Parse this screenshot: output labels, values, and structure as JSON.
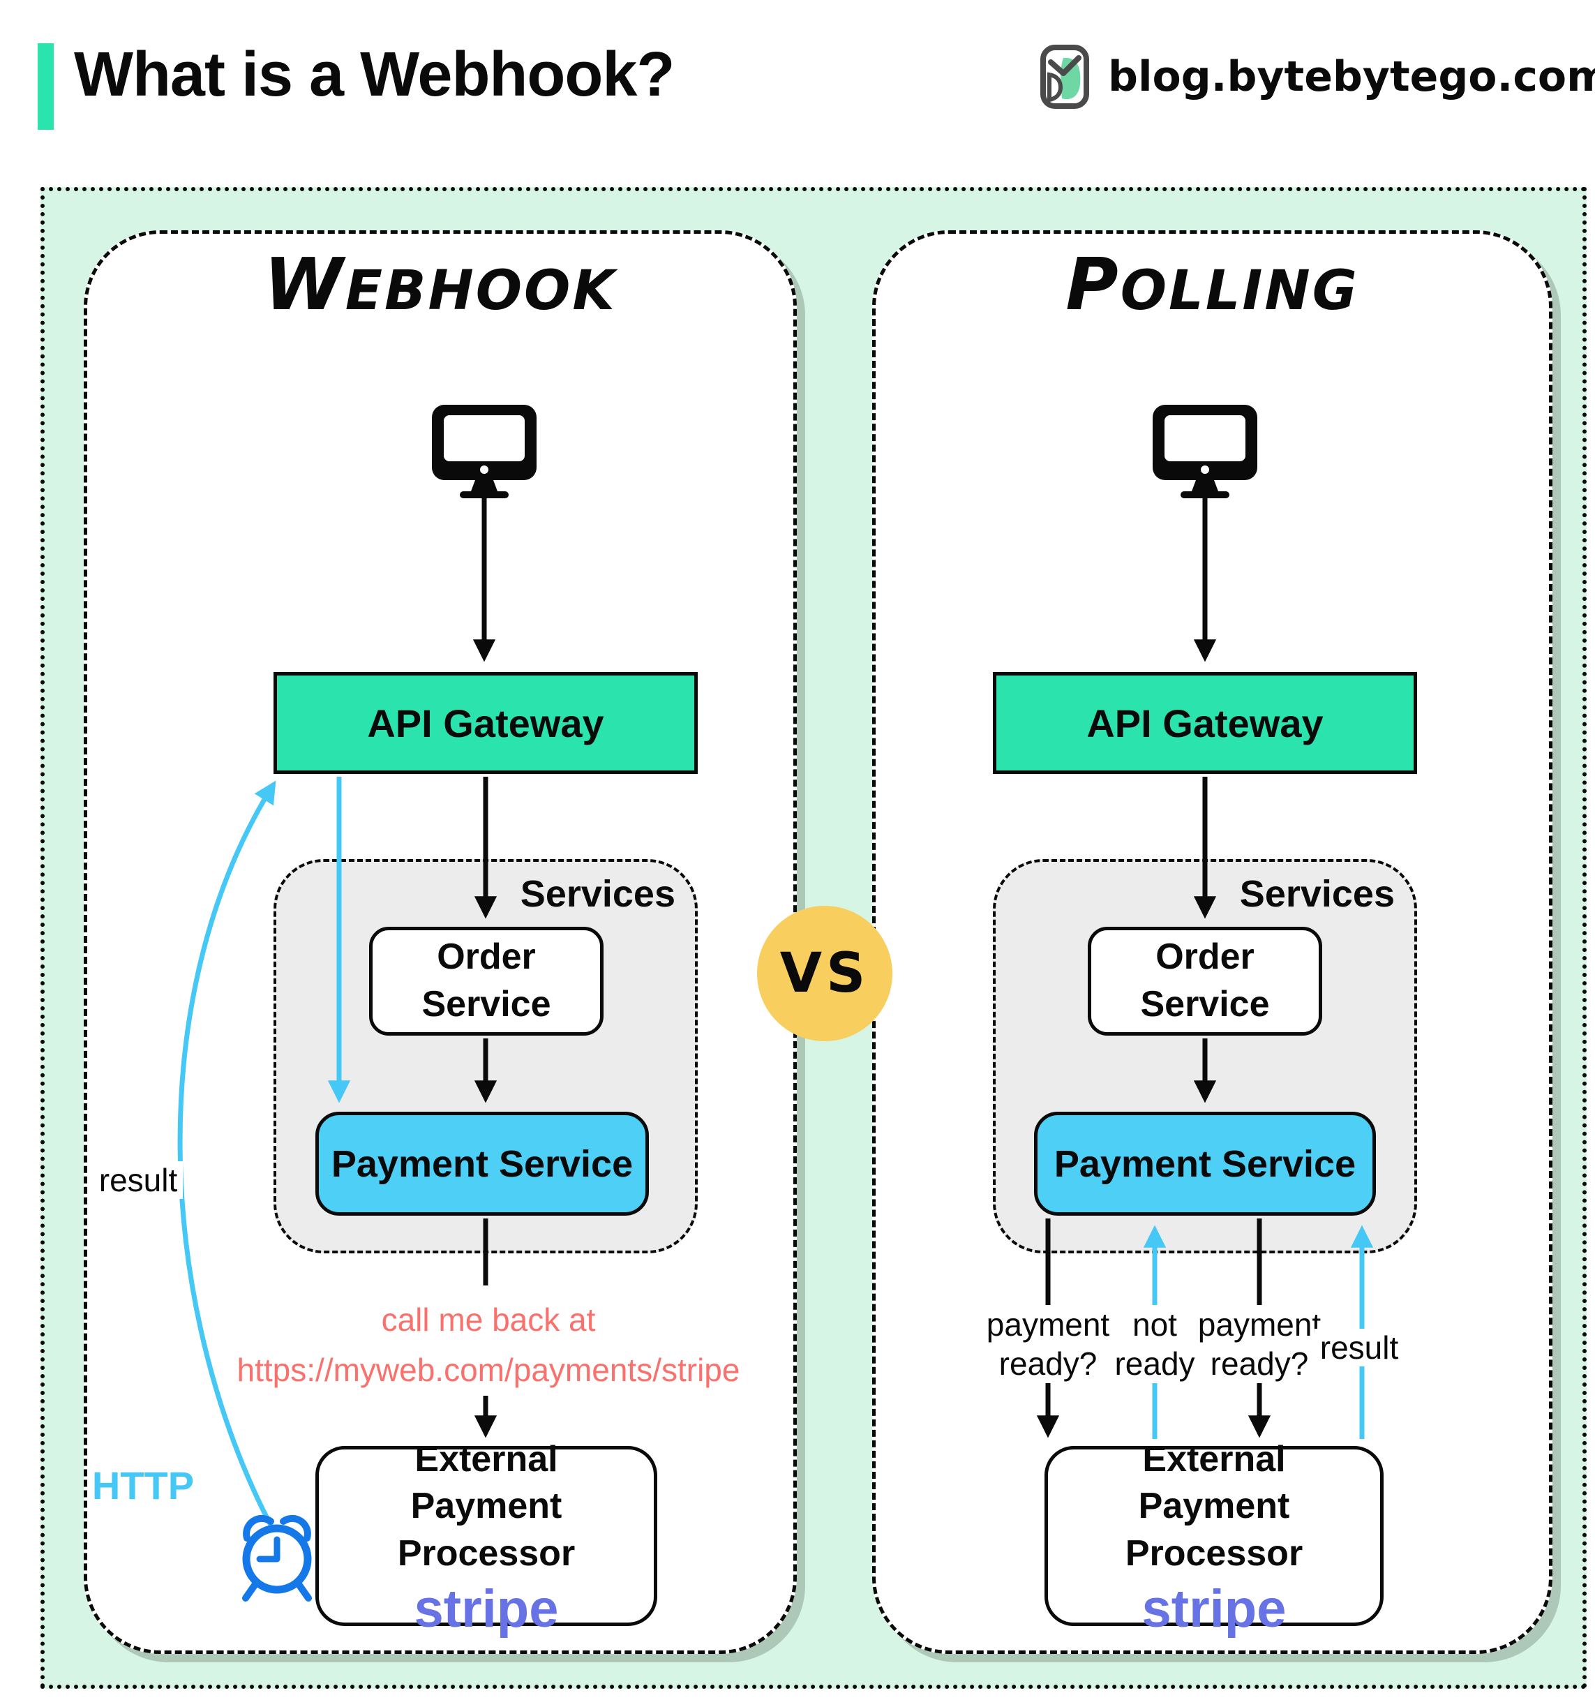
{
  "header": {
    "title": "What is a Webhook?",
    "site": "blog.bytebytego.com"
  },
  "vs_label": "VS",
  "panels": [
    {
      "id": "webhook",
      "title": "Webhook",
      "nodes": {
        "api_gateway": "API Gateway",
        "services_label": "Services",
        "order_line1": "Order",
        "order_line2": "Service",
        "payment_service": "Payment Service",
        "external_line1": "External",
        "external_line2": "Payment Processor",
        "external_brand": "stripe"
      },
      "annotations": {
        "callback_line1": "call me back at",
        "callback_line2": "https://myweb.com/payments/stripe",
        "result_label": "result",
        "http_label": "HTTP"
      }
    },
    {
      "id": "polling",
      "title": "Polling",
      "nodes": {
        "api_gateway": "API Gateway",
        "services_label": "Services",
        "order_line1": "Order",
        "order_line2": "Service",
        "payment_service": "Payment Service",
        "external_line1": "External",
        "external_line2": "Payment Processor",
        "external_brand": "stripe"
      },
      "annotations": {
        "q1_line1": "payment",
        "q1_line2": "ready?",
        "a1_line1": "not",
        "a1_line2": "ready",
        "q2_line1": "payment",
        "q2_line2": "ready?",
        "result_label": "result"
      }
    }
  ],
  "colors": {
    "mint": "#D7F5E4",
    "teal": "#2BE3AD",
    "sky": "#4ECFF6",
    "yellow": "#F8CE5E",
    "salmon": "#F8716C",
    "stripe_purple": "#6772E5",
    "wire_blue": "#45C8F5",
    "clock_blue": "#1478E8",
    "services_gray": "#ECECEC",
    "ink": "#0A0A0A"
  }
}
